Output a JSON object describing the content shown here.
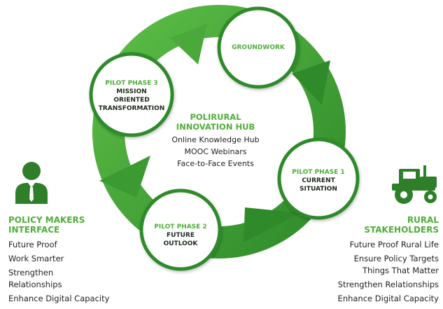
{
  "hub": {
    "title_line1": "POLIRURAL",
    "title_line2": "INNOVATION HUB",
    "items": [
      "Online Knowledge Hub",
      "MOOC Webinars",
      "Face-to-Face Events"
    ]
  },
  "nodes": {
    "groundwork": {
      "title": "GROUNDWORK"
    },
    "phase1": {
      "phase": "PILOT PHASE 1",
      "title_line1": "CURRENT",
      "title_line2": "SITUATION"
    },
    "phase2": {
      "phase": "PILOT PHASE 2",
      "title_line1": "FUTURE",
      "title_line2": "OUTLOOK"
    },
    "phase3": {
      "phase": "PILOT PHASE 3",
      "title_line1": "MISSION",
      "title_line2": "ORIENTED",
      "title_line3": "TRANSFORMATION"
    }
  },
  "left_panel": {
    "icon": "person-icon",
    "heading_line1": "POLICY MAKERS",
    "heading_line2": "INTERFACE",
    "items": [
      "Future Proof",
      "Work Smarter",
      "Strengthen",
      "Relationships",
      "Enhance Digital Capacity"
    ]
  },
  "right_panel": {
    "icon": "tractor-icon",
    "heading_line1": "RURAL",
    "heading_line2": "STAKEHOLDERS",
    "items": [
      "Future Proof Rural Life",
      "Ensure Policy Targets",
      "Things That Matter",
      "Strengthen Relationships",
      "Enhance Digital Capacity"
    ]
  },
  "colors": {
    "accent": "#4fae3a",
    "arrow": "#45a83a",
    "arrow_dark": "#2f8a2a",
    "text_dark": "#1e2a1e",
    "icon": "#2f7f2a"
  }
}
